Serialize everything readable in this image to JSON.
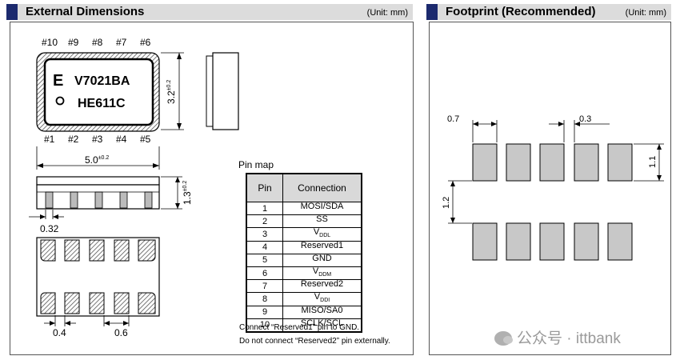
{
  "left_panel": {
    "title": "External Dimensions",
    "unit": "(Unit: mm)",
    "top_pins": [
      "#10",
      "#9",
      "#8",
      "#7",
      "#6"
    ],
    "bottom_pins": [
      "#1",
      "#2",
      "#3",
      "#4",
      "#5"
    ],
    "marking_line1_letter": "E",
    "marking_line1_text": "V7021BA",
    "marking_line2_text": "HE611C",
    "dim_length": "5.0",
    "dim_length_tol": "±0.2",
    "dim_width": "3.2",
    "dim_width_tol": "±0.2",
    "dim_height": "1.3",
    "dim_height_tol": "±0.2",
    "dim_pad_width": "0.32",
    "dim_pad_gap": "0.4",
    "dim_pad_pitch": "0.6",
    "pin_map": {
      "title": "Pin map",
      "col_pin": "Pin",
      "col_connection": "Connection",
      "rows": [
        {
          "pin": "1",
          "name": "MOSI/SDA",
          "sub": ""
        },
        {
          "pin": "2",
          "name": "SS",
          "sub": ""
        },
        {
          "pin": "3",
          "name": "V",
          "sub": "DDL"
        },
        {
          "pin": "4",
          "name": "Reserved1",
          "sub": ""
        },
        {
          "pin": "5",
          "name": "GND",
          "sub": ""
        },
        {
          "pin": "6",
          "name": "V",
          "sub": "DDM"
        },
        {
          "pin": "7",
          "name": "Reserved2",
          "sub": ""
        },
        {
          "pin": "8",
          "name": "V",
          "sub": "DDI"
        },
        {
          "pin": "9",
          "name": "MISO/SA0",
          "sub": ""
        },
        {
          "pin": "10",
          "name": "SCLK/SCL",
          "sub": ""
        }
      ],
      "note1": "Connect “Reserved1” pin to GND.",
      "note2": "Do not connect “Reserved2” pin externally."
    }
  },
  "right_panel": {
    "title": "Footprint (Recommended)",
    "unit": "(Unit: mm)",
    "dim_pad_width": "0.7",
    "dim_pad_gap": "0.3",
    "dim_pad_height": "1.1",
    "dim_row_gap": "1.2"
  },
  "watermark": "公众号 · ittbank",
  "colors": {
    "header_mark": "#1c2a6e",
    "header_bg": "#dcdcdc",
    "pad_fill": "#c8c8c8"
  }
}
